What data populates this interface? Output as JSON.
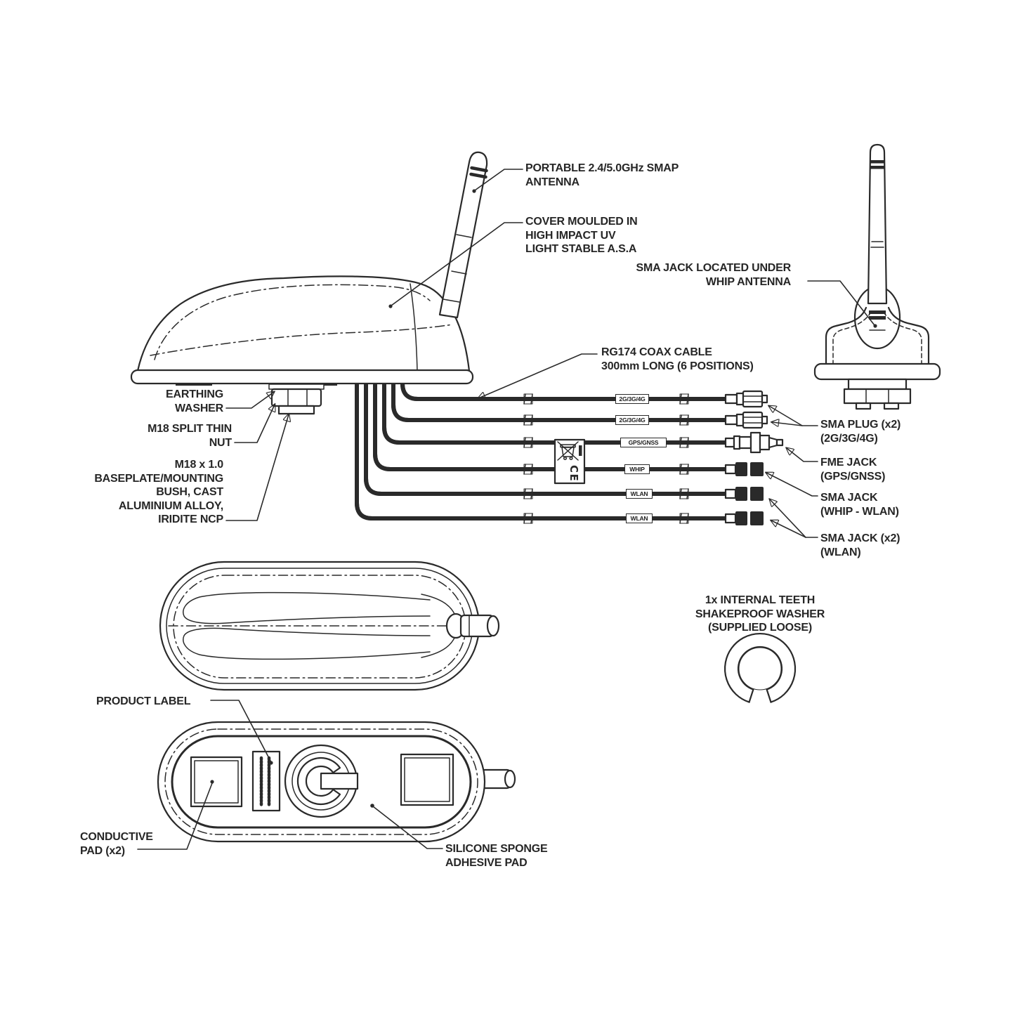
{
  "figure": {
    "type": "technical-line-drawing",
    "background_color": "#ffffff",
    "line_color": "#2a2a2a"
  },
  "labels": {
    "portable_antenna": "PORTABLE 2.4/5.0GHz SMAP\nANTENNA",
    "cover": "COVER MOULDED IN\nHIGH IMPACT UV\nLIGHT STABLE A.S.A",
    "sma_jack_under_whip": "SMA JACK LOCATED UNDER\nWHIP ANTENNA",
    "coax_cable": "RG174 COAX CABLE\n300mm LONG (6 POSITIONS)",
    "earthing_washer": "EARTHING\nWASHER",
    "m18_split_thin_nut": "M18 SPLIT THIN\nNUT",
    "m18_baseplate": "M18 x 1.0\nBASEPLATE/MOUNTING\nBUSH, CAST\nALUMINIUM ALLOY,\nIRIDITE NCP",
    "sma_plug": "SMA PLUG (x2)\n(2G/3G/4G)",
    "fme_jack": "FME JACK\n(GPS/GNSS)",
    "sma_jack_whip": "SMA JACK\n(WHIP - WLAN)",
    "sma_jack_wlan": "SMA JACK (x2)\n(WLAN)",
    "product_label": "PRODUCT LABEL",
    "conductive_pad": "CONDUCTIVE\nPAD (x2)",
    "silicone_pad": "SILICONE SPONGE\nADHESIVE PAD",
    "shakeproof_washer": "1x INTERNAL TEETH\nSHAKEPROOF WASHER\n(SUPPLIED LOOSE)"
  },
  "cable_tags": [
    "2G/3G/4G",
    "2G/3G/4G",
    "GPS/GNSS",
    "WHIP",
    "WLAN",
    "WLAN"
  ],
  "compliance": {
    "ce": "CE"
  }
}
